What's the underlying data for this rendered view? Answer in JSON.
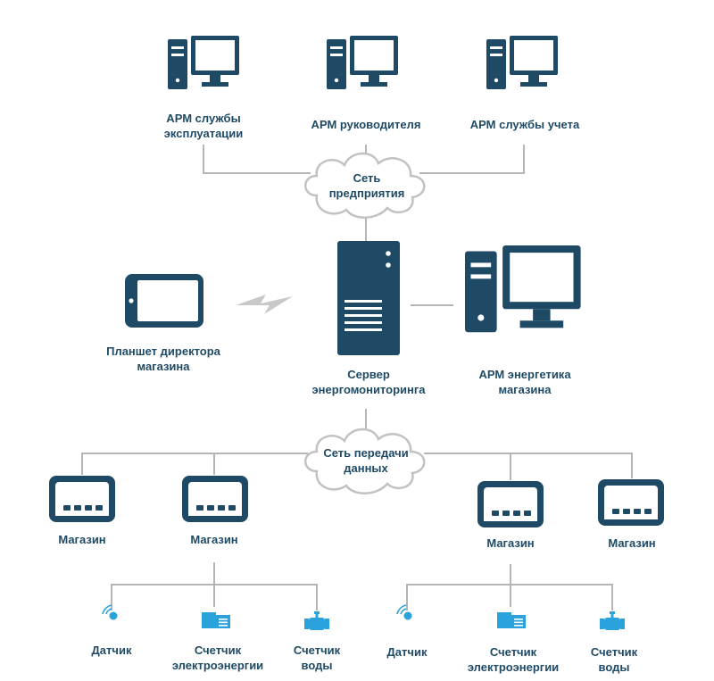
{
  "top_nodes": [
    {
      "lines": [
        "АРМ службы",
        "эксплуатации"
      ]
    },
    {
      "lines": [
        "АРМ руководителя"
      ]
    },
    {
      "lines": [
        "АРМ службы учета"
      ]
    }
  ],
  "enterprise_network": {
    "lines": [
      "Сеть",
      "предприятия"
    ]
  },
  "tablet": {
    "lines": [
      "Планшет директора",
      "магазина"
    ]
  },
  "server": {
    "lines": [
      "Сервер",
      "энергомониторинга"
    ]
  },
  "energy_station": {
    "lines": [
      "АРМ энергетика",
      "магазина"
    ]
  },
  "data_network": {
    "lines": [
      "Сеть передачи",
      "данных"
    ]
  },
  "stores": [
    {
      "label": "Магазин"
    },
    {
      "label": "Магазин"
    },
    {
      "label": "Магазин"
    },
    {
      "label": "Магазин"
    }
  ],
  "devices_left": [
    {
      "lines": [
        "Датчик"
      ]
    },
    {
      "lines": [
        "Счетчик",
        "электроэнергии"
      ]
    },
    {
      "lines": [
        "Счетчик",
        "воды"
      ]
    }
  ],
  "devices_right": [
    {
      "lines": [
        "Датчик"
      ]
    },
    {
      "lines": [
        "Счетчик",
        "электроэнергии"
      ]
    },
    {
      "lines": [
        "Счетчик",
        "воды"
      ]
    }
  ],
  "colors": {
    "primary": "#1f4a66",
    "accent": "#2aa3dd",
    "line": "#b5b5b5",
    "cloud_fill": "#ffffff"
  },
  "icons": {
    "workstation": "workstation-icon",
    "tablet": "tablet-icon",
    "server": "server-icon",
    "store": "store-meter-icon",
    "sensor": "sensor-icon",
    "electric_meter": "electric-meter-icon",
    "water_meter": "water-meter-icon",
    "wireless": "wireless-link-icon"
  }
}
